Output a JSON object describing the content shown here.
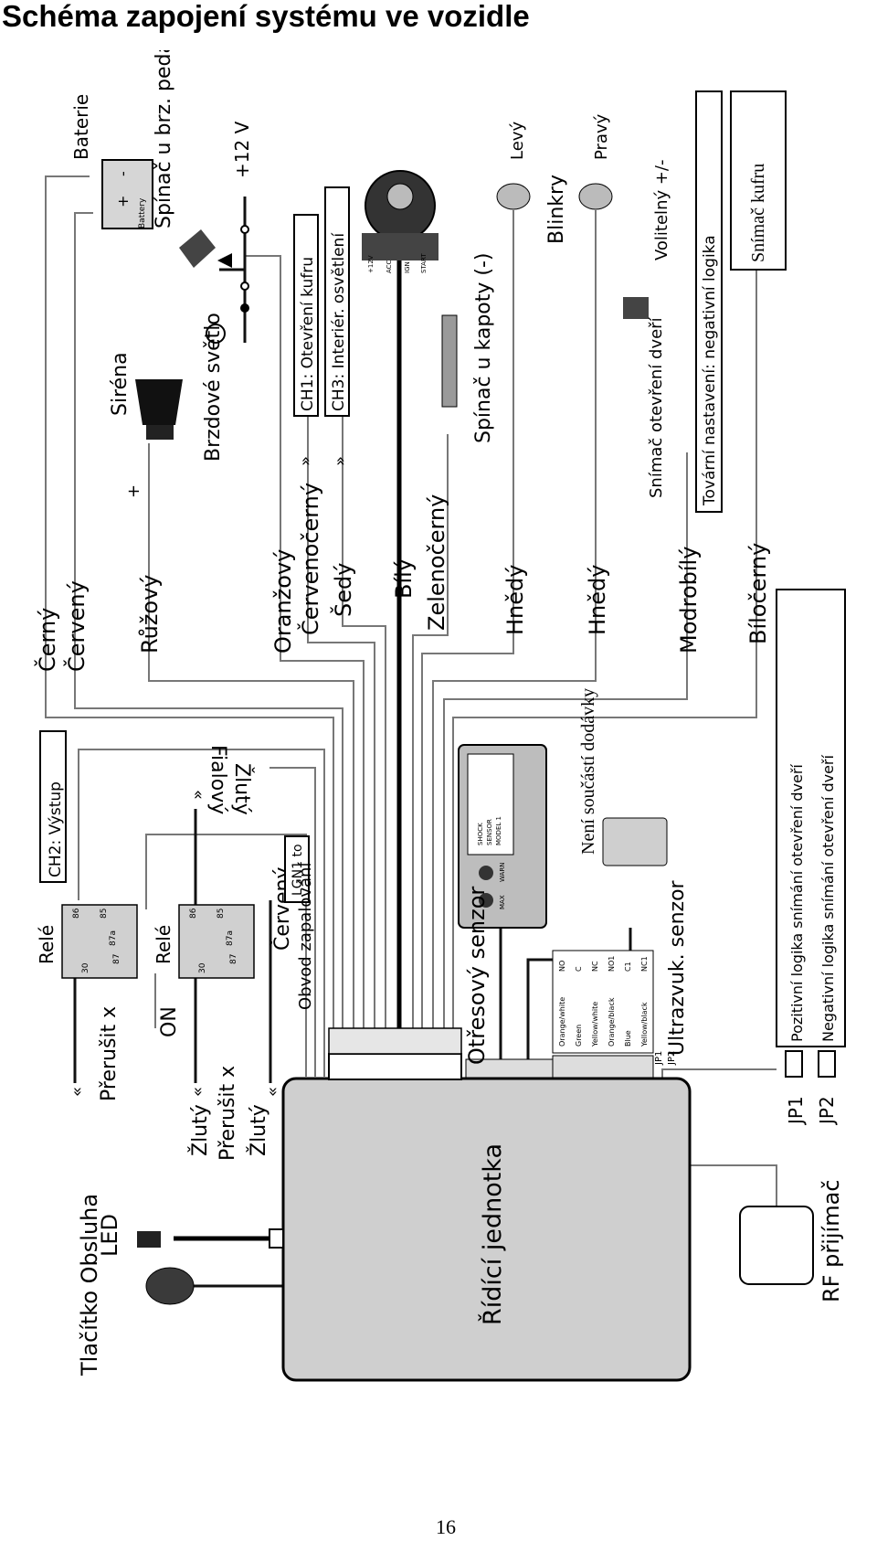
{
  "title": "Schéma zapojení systému ve vozidle",
  "page_number": "16",
  "control_unit": {
    "label": "Řídící jednotka"
  },
  "battery": {
    "label": "Baterie",
    "device_text": "Battery",
    "plus": "+",
    "minus": "-"
  },
  "brake_switch": {
    "label": "Spínač u brz. pedálu",
    "voltage": "+12 V"
  },
  "brake_light": {
    "label": "Brzdové světlo"
  },
  "siren": {
    "label": "Siréna",
    "plus": "+"
  },
  "ignition": {
    "pins": [
      "+12V",
      "ACC",
      "IGN",
      "START"
    ]
  },
  "channels": {
    "ch1": "CH1: Otevření kufru",
    "ch3": "CH3: Interiér. osvětlení",
    "ch2": "CH2: Výstup"
  },
  "hood_switch": {
    "label": "Spínač u kapoty (-)"
  },
  "indicators": {
    "label": "Blinkry",
    "left": "Levý",
    "right": "Pravý"
  },
  "door_sensor": {
    "label": "Snímač otevření dveří",
    "polarity": "Volitelný +/-"
  },
  "factory_setting": "Tovární nastavení: negativní logika",
  "trunk_sensor": "Snímač kufru",
  "wires": {
    "black": "Černý",
    "red": "Červený",
    "pink": "Růžový",
    "orange": "Oranžový",
    "red_black": "Červenočerný",
    "grey": "Šedý",
    "white": "Bílý",
    "green_black": "Zelenočerný",
    "brown_left": "Hnědý",
    "brown_right": "Hnědý",
    "blue_white": "Modrobílý",
    "white_black": "Bíločerný"
  },
  "relays": {
    "relay1": {
      "label": "Relé",
      "action": "Přerušit x",
      "pins": [
        "86",
        "85",
        "87a",
        "87",
        "30"
      ]
    },
    "relay2": {
      "label": "Relé",
      "action": "Přerušit x",
      "pins": [
        "86",
        "85",
        "87a",
        "87",
        "30"
      ]
    },
    "on_label": "ON",
    "yellow_1": "Žlutý",
    "yellow_2": "Žlutý",
    "violet": "Fialový",
    "yellow_top": "Žlutý",
    "red": "Červený",
    "lgn_box": "LGN1 to",
    "ignition_circuit": "Obvod zapalování"
  },
  "shock_sensor": {
    "label": "Otřesový senzor",
    "device_text": [
      "SHOCK",
      "SENSOR",
      "MODEL 1"
    ],
    "pots": [
      "WARN",
      "MAX"
    ]
  },
  "not_included": "Není součástí dodávky",
  "ultrasonic": {
    "label": "Ultrazvuk. senzor"
  },
  "connector_table": {
    "colors": [
      "Orange/white",
      "Green",
      "Yellow/white",
      "Orange/black",
      "Blue",
      "Yellow/black"
    ],
    "codes": [
      "NO",
      "C",
      "NC",
      "NO1",
      "C1",
      "NC1"
    ]
  },
  "jumpers": {
    "jp1": "JP1",
    "jp2": "JP2",
    "pos_logic": "Pozitivní logika snímání otevření dveří",
    "neg_logic": "Negativní logika snímání otevření dveří"
  },
  "rf_receiver": "RF přijímač",
  "led": "LED",
  "button": "Tlačítko Obsluha"
}
